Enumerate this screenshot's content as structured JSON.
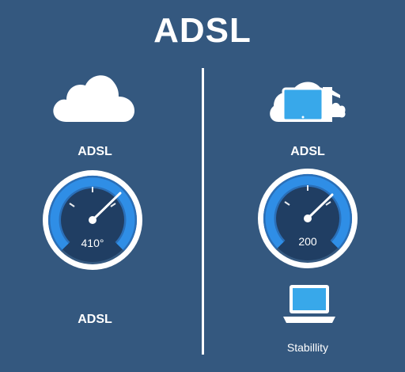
{
  "page": {
    "title": "ADSL"
  },
  "left": {
    "icon": "cloud-icon",
    "label": "ADSL",
    "gauge": {
      "value_text": "410°",
      "needle_level": 0.8
    },
    "bottom_label": "ADSL"
  },
  "right": {
    "icon": "cloud-devices-icon",
    "label": "ADSL",
    "gauge": {
      "value_text": "200",
      "needle_level": 0.75
    },
    "bottom_icon": "laptop-icon",
    "bottom_label": "Stabillity"
  },
  "colors": {
    "background": "#34587f",
    "foreground": "#ffffff",
    "gauge_face": "#203e63",
    "gauge_arc": "#2f8ee6",
    "gauge_arc_dark": "#2a6fb8",
    "icon_blue": "#38a8ea"
  }
}
